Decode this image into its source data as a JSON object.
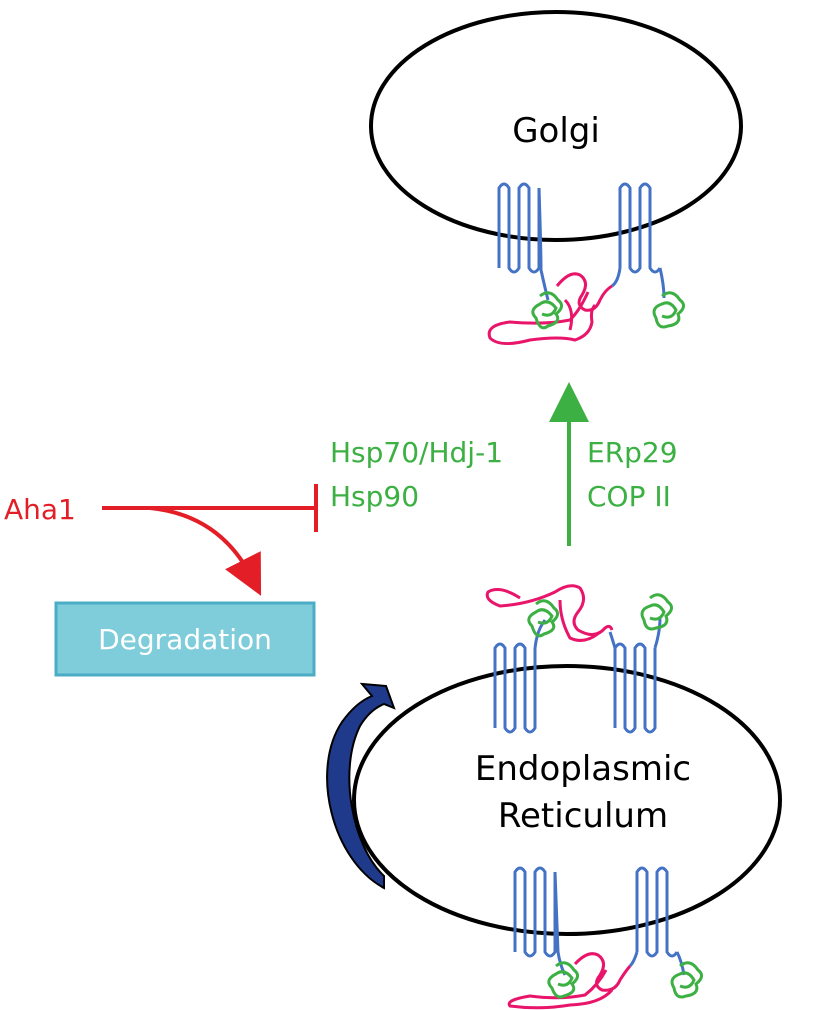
{
  "organelles": {
    "golgi": "Golgi",
    "er_line1": "Endoplasmic",
    "er_line2": "Reticulum"
  },
  "chaperones": {
    "line1": "Hsp70/Hdj-1",
    "line2": "Hsp90"
  },
  "trafficking": {
    "line1": "ERp29",
    "line2": "COP II"
  },
  "regulator": "Aha1",
  "degradation_label": "Degradation",
  "colors": {
    "membrane_outline": "#000000",
    "transmembrane_helix": "#4472C4",
    "nucleotide_binding_domain": "#3CB043",
    "regulatory_domain": "#E8156B",
    "promote_arrow": "#3CB043",
    "inhibit_arrow": "#E41E26",
    "degradation_box_fill": "#7FCDDB",
    "degradation_box_border": "#4BACC6",
    "recycle_arrow": "#1F3A8A"
  }
}
